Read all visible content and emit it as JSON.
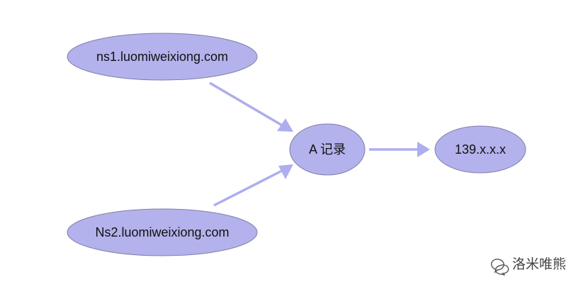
{
  "diagram": {
    "nodes": {
      "ns1": {
        "label": "ns1.luomiweixiong.com"
      },
      "ns2": {
        "label": "Ns2.luomiweixiong.com"
      },
      "a_record": {
        "label": "A 记录"
      },
      "ip": {
        "label": "139.x.x.x"
      }
    },
    "edges": [
      {
        "from": "ns1",
        "to": "a_record"
      },
      {
        "from": "ns2",
        "to": "a_record"
      },
      {
        "from": "a_record",
        "to": "ip"
      }
    ],
    "colors": {
      "node_fill": "#b3b2ec",
      "node_stroke": "#7f7fa8",
      "edge": "#adadef"
    }
  },
  "watermark": {
    "text": "洛米唯熊",
    "icon": "wechat-icon"
  }
}
